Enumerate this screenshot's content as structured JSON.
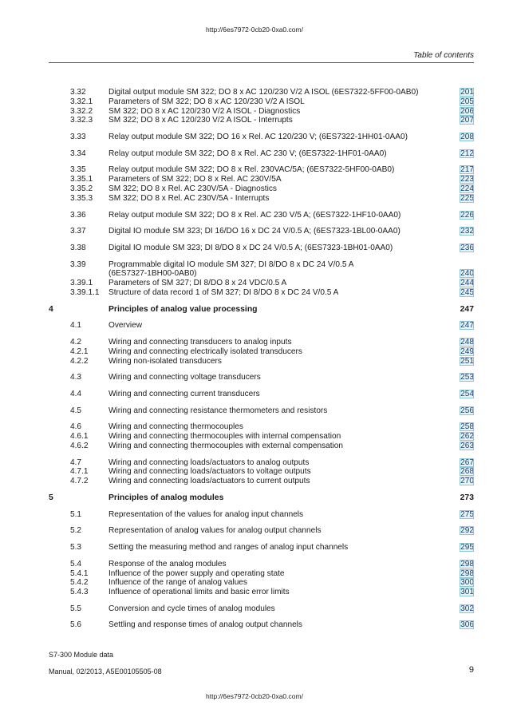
{
  "url_top": "http://6es7972-0cb20-0xa0.com/",
  "url_bottom": "http://6es7972-0cb20-0xa0.com/",
  "running_header": "Table of contents",
  "footer": {
    "line1": "S7-300 Module data",
    "line2": "Manual, 02/2013, A5E00105505-08",
    "page_number": "9"
  },
  "toc_groups": [
    [
      {
        "num": "3.32",
        "title": "Digital output module SM 322; DO 8 x AC 120/230 V/2 A ISOL (6ES7322-5FF00-0AB0)",
        "page": "201"
      },
      {
        "num": "3.32.1",
        "title": "Parameters of SM 322; DO 8 x AC 120/230 V/2 A ISOL",
        "page": "205"
      },
      {
        "num": "3.32.2",
        "title": "SM 322; DO 8 x AC 120/230 V/2 A ISOL - Diagnostics",
        "page": "206"
      },
      {
        "num": "3.32.3",
        "title": "SM 322; DO 8 x AC 120/230 V/2 A ISOL - Interrupts",
        "page": "207"
      }
    ],
    [
      {
        "num": "3.33",
        "title": "Relay output module SM 322; DO 16 x Rel. AC 120/230 V; (6ES7322-1HH01-0AA0)",
        "page": "208"
      }
    ],
    [
      {
        "num": "3.34",
        "title": "Relay output module SM 322; DO 8 x Rel. AC 230 V; (6ES7322-1HF01-0AA0)",
        "page": "212"
      }
    ],
    [
      {
        "num": "3.35",
        "title": "Relay output module SM 322; DO 8 x Rel. 230VAC/5A; (6ES7322-5HF00-0AB0)",
        "page": "217"
      },
      {
        "num": "3.35.1",
        "title": "Parameters of SM 322; DO 8 x Rel. AC 230V/5A",
        "page": "223"
      },
      {
        "num": "3.35.2",
        "title": "SM 322; DO 8 x Rel. AC 230V/5A - Diagnostics",
        "page": "224"
      },
      {
        "num": "3.35.3",
        "title": "SM 322; DO 8 x Rel. AC 230V/5A - Interrupts",
        "page": "225"
      }
    ],
    [
      {
        "num": "3.36",
        "title": "Relay output module SM 322; DO 8 x Rel. AC 230 V/5 A; (6ES7322-1HF10-0AA0)",
        "page": "226"
      }
    ],
    [
      {
        "num": "3.37",
        "title": "Digital IO module SM 323; DI 16/DO 16 x DC 24 V/0.5 A; (6ES7323-1BL00-0AA0)",
        "page": "232"
      }
    ],
    [
      {
        "num": "3.38",
        "title": "Digital IO module SM 323; DI 8/DO 8 x DC 24 V/0.5 A; (6ES7323-1BH01-0AA0)",
        "page": "236"
      }
    ],
    [
      {
        "num": "3.39",
        "title": "Programmable digital IO module SM 327; DI 8/DO 8 x DC 24 V/0.5 A",
        "page": "",
        "nopage": true
      },
      {
        "num": "",
        "title": "(6ES7327-1BH00-0AB0)",
        "page": "240"
      },
      {
        "num": "3.39.1",
        "title": "Parameters of SM 327; DI 8/DO 8 x 24 VDC/0.5 A",
        "page": "244"
      },
      {
        "num": "3.39.1.1",
        "title": "Structure of data record 1 of SM 327; DI 8/DO 8 x DC 24 V/0.5 A",
        "page": "245"
      }
    ],
    [
      {
        "num": "4",
        "title": "Principles of analog value processing",
        "page": "247",
        "chapter": true
      }
    ],
    [
      {
        "num": "4.1",
        "title": "Overview",
        "page": "247"
      }
    ],
    [
      {
        "num": "4.2",
        "title": "Wiring and connecting transducers to analog inputs",
        "page": "248"
      },
      {
        "num": "4.2.1",
        "title": "Wiring and connecting electrically isolated transducers",
        "page": "249"
      },
      {
        "num": "4.2.2",
        "title": "Wiring non-isolated transducers",
        "page": "251"
      }
    ],
    [
      {
        "num": "4.3",
        "title": "Wiring and connecting voltage transducers",
        "page": "253"
      }
    ],
    [
      {
        "num": "4.4",
        "title": "Wiring and connecting current transducers",
        "page": "254"
      }
    ],
    [
      {
        "num": "4.5",
        "title": "Wiring and connecting resistance thermometers and resistors",
        "page": "256"
      }
    ],
    [
      {
        "num": "4.6",
        "title": "Wiring and connecting thermocouples",
        "page": "258"
      },
      {
        "num": "4.6.1",
        "title": "Wiring and connecting thermocouples with internal compensation",
        "page": "262"
      },
      {
        "num": "4.6.2",
        "title": "Wiring and connecting thermocouples with external compensation",
        "page": "263"
      }
    ],
    [
      {
        "num": "4.7",
        "title": "Wiring and connecting loads/actuators to analog outputs",
        "page": "267"
      },
      {
        "num": "4.7.1",
        "title": "Wiring and connecting loads/actuators to voltage outputs",
        "page": "268"
      },
      {
        "num": "4.7.2",
        "title": "Wiring and connecting loads/actuators to current outputs",
        "page": "270"
      }
    ],
    [
      {
        "num": "5",
        "title": "Principles of analog modules",
        "page": "273",
        "chapter": true
      }
    ],
    [
      {
        "num": "5.1",
        "title": "Representation of the values for analog input channels",
        "page": "275"
      }
    ],
    [
      {
        "num": "5.2",
        "title": "Representation of analog values for analog output channels",
        "page": "292"
      }
    ],
    [
      {
        "num": "5.3",
        "title": "Setting the measuring method and ranges of analog input channels",
        "page": "295"
      }
    ],
    [
      {
        "num": "5.4",
        "title": "Response of the analog modules",
        "page": "298"
      },
      {
        "num": "5.4.1",
        "title": "Influence of the power supply and operating state",
        "page": "298"
      },
      {
        "num": "5.4.2",
        "title": "Influence of the range of analog values",
        "page": "300"
      },
      {
        "num": "5.4.3",
        "title": "Influence of operational limits and basic error limits",
        "page": "301"
      }
    ],
    [
      {
        "num": "5.5",
        "title": "Conversion and cycle times of analog modules",
        "page": "302"
      }
    ],
    [
      {
        "num": "5.6",
        "title": "Settling and response times of analog output channels",
        "page": "306"
      }
    ]
  ]
}
